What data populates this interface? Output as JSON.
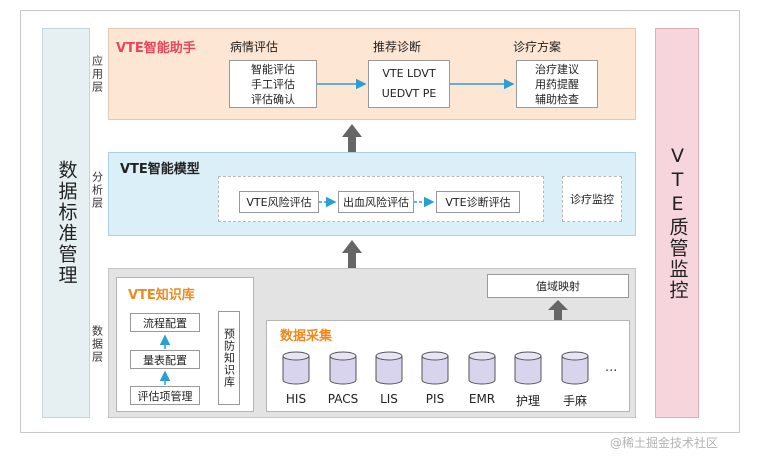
{
  "left_bar": {
    "label": "数据标准管理"
  },
  "right_bar": {
    "label": "VTE质管监控"
  },
  "layers": {
    "app": "应用层",
    "analysis": "分析层",
    "data": "数据层"
  },
  "app": {
    "title": "VTE智能助手",
    "col1_label": "病情评估",
    "col2_label": "推荐诊断",
    "col3_label": "诊疗方案",
    "box1": [
      "智能评估",
      "手工评估",
      "评估确认"
    ],
    "box2": [
      "VTE  LDVT",
      "UEDVT  PE"
    ],
    "box3": [
      "治疗建议",
      "用药提醒",
      "辅助检查"
    ]
  },
  "model": {
    "title": "VTE智能模型",
    "steps": [
      "VTE风险评估",
      "出血风险评估",
      "VTE诊断评估"
    ],
    "monitor": "诊疗监控"
  },
  "kb": {
    "title": "VTE知识库",
    "items": [
      "流程配置",
      "量表配置",
      "评估项管理"
    ],
    "prevention": "预防知识库"
  },
  "mapping": "值域映射",
  "collect": {
    "title": "数据采集",
    "sources": [
      "HIS",
      "PACS",
      "LIS",
      "PIS",
      "EMR",
      "护理",
      "手麻"
    ],
    "more": "..."
  },
  "watermark": "@稀土掘金技术社区",
  "colors": {
    "app_bg": "#fde6d3",
    "model_bg": "#dbeff8",
    "data_bg": "#e3e3e3",
    "left_bar": "#e6f0f3",
    "right_bar": "#f7d5dc",
    "title_red": "#e8465a",
    "title_orange": "#f08a1e",
    "arrow_blue": "#2a9fd6",
    "cylinder": "#d9d4ee"
  }
}
